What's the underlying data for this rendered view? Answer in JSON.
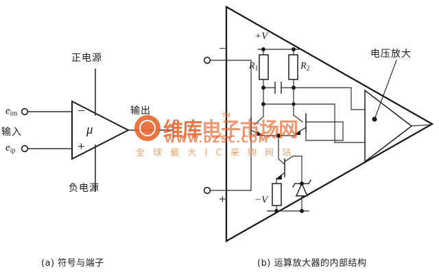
{
  "figure": {
    "title_a_caption": "(a) 符号与端子",
    "title_b_caption": "(b) 运算放大器的内部结构"
  },
  "panel_a": {
    "name": "op-amp-symbol-panel",
    "positive_supply_label": "正电源",
    "negative_supply_label": "负电源",
    "input_group_label": "输入",
    "output_label": "输出",
    "gain_symbol": "μ",
    "inverting_terminal_label": "e",
    "inverting_terminal_sub": "im",
    "noninverting_terminal_label": "e",
    "noninverting_terminal_sub": "ip",
    "inverting_sign": "−",
    "noninverting_sign": "+"
  },
  "panel_b": {
    "name": "op-amp-internal-panel",
    "inverting_input_sign": "−",
    "noninverting_input_sign": "+",
    "positive_rail_label": "+V",
    "negative_rail_label": "−V",
    "resistor_1_label": "R",
    "resistor_1_sub": "1",
    "resistor_2_label": "R",
    "resistor_2_sub": "2",
    "voltage_amp_callout": "电压放大"
  },
  "watermark": {
    "brand": "维库",
    "brand_suffix": "电子市场网",
    "trademark": "TM",
    "url": "WWW.DZSC.COM",
    "tagline": "全 球 最 大 I C 采 购 网 站"
  },
  "colors": {
    "ink": "#1a1a1a",
    "line": "#2b2b2b",
    "thin": "#4a4a4a",
    "watermark_orange": "#e8622a",
    "background": "#ffffff"
  }
}
